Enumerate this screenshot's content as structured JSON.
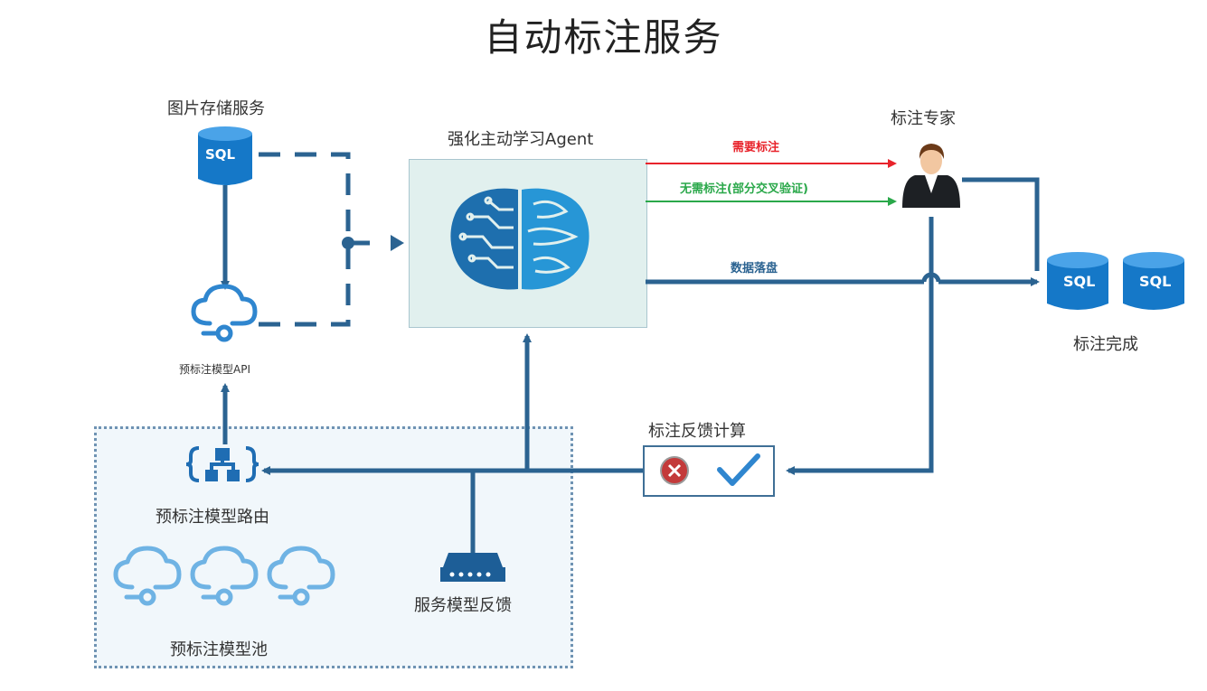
{
  "title": "自动标注服务",
  "nodes": {
    "image_storage": {
      "label": "图片存储服务",
      "icon_text": "SQL"
    },
    "pre_api": {
      "label": "预标注模型API"
    },
    "agent": {
      "label": "强化主动学习Agent"
    },
    "expert": {
      "label": "标注专家"
    },
    "done": {
      "label": "标注完成",
      "icon_text_1": "SQL",
      "icon_text_2": "SQL"
    },
    "feedback_calc": {
      "label": "标注反馈计算"
    },
    "router": {
      "label": "预标注模型路由"
    },
    "pool": {
      "label": "预标注模型池"
    },
    "service_feedback": {
      "label": "服务模型反馈"
    }
  },
  "edges": {
    "need_label": {
      "label": "需要标注",
      "color": "#e8232b"
    },
    "no_need_label": {
      "label": "无需标注(部分交叉验证)",
      "color": "#2aa84a"
    },
    "data_persist": {
      "label": "数据落盘",
      "color": "#2b6391"
    }
  },
  "colors": {
    "flow": "#2b6391",
    "db_blue": "#1578c8",
    "cloud_blue": "#2f86cf",
    "cloud_light": "#6fb3e4"
  }
}
